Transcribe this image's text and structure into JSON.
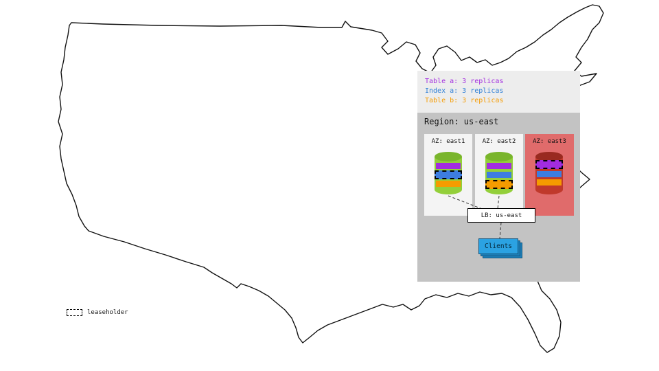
{
  "colors": {
    "table_a": "#a22ce0",
    "index_a": "#2e7fd6",
    "table_b": "#f59b00",
    "node_up_green": "#93cf3a",
    "node_down_red": "#c0392b",
    "az_down_bg": "#e06b6b",
    "region_bg": "#c3c3c3",
    "clients_blue": "#2ba2e2"
  },
  "replica_legend": {
    "items": [
      {
        "label": "Table a: 3 replicas",
        "color": "#a22ce0"
      },
      {
        "label": "Index a: 3 replicas",
        "color": "#2e7fd6"
      },
      {
        "label": "Table b: 3 replicas",
        "color": "#f59b00"
      }
    ]
  },
  "region": {
    "label": "Region: us-east",
    "azs": [
      {
        "label": "AZ: east1",
        "status": "up"
      },
      {
        "label": "AZ: east2",
        "status": "up"
      },
      {
        "label": "AZ: east3",
        "status": "down"
      }
    ],
    "load_balancer": {
      "label": "LB: us-east"
    },
    "clients": {
      "label": "Clients"
    }
  },
  "map_legend": {
    "leaseholder": "leaseholder"
  }
}
